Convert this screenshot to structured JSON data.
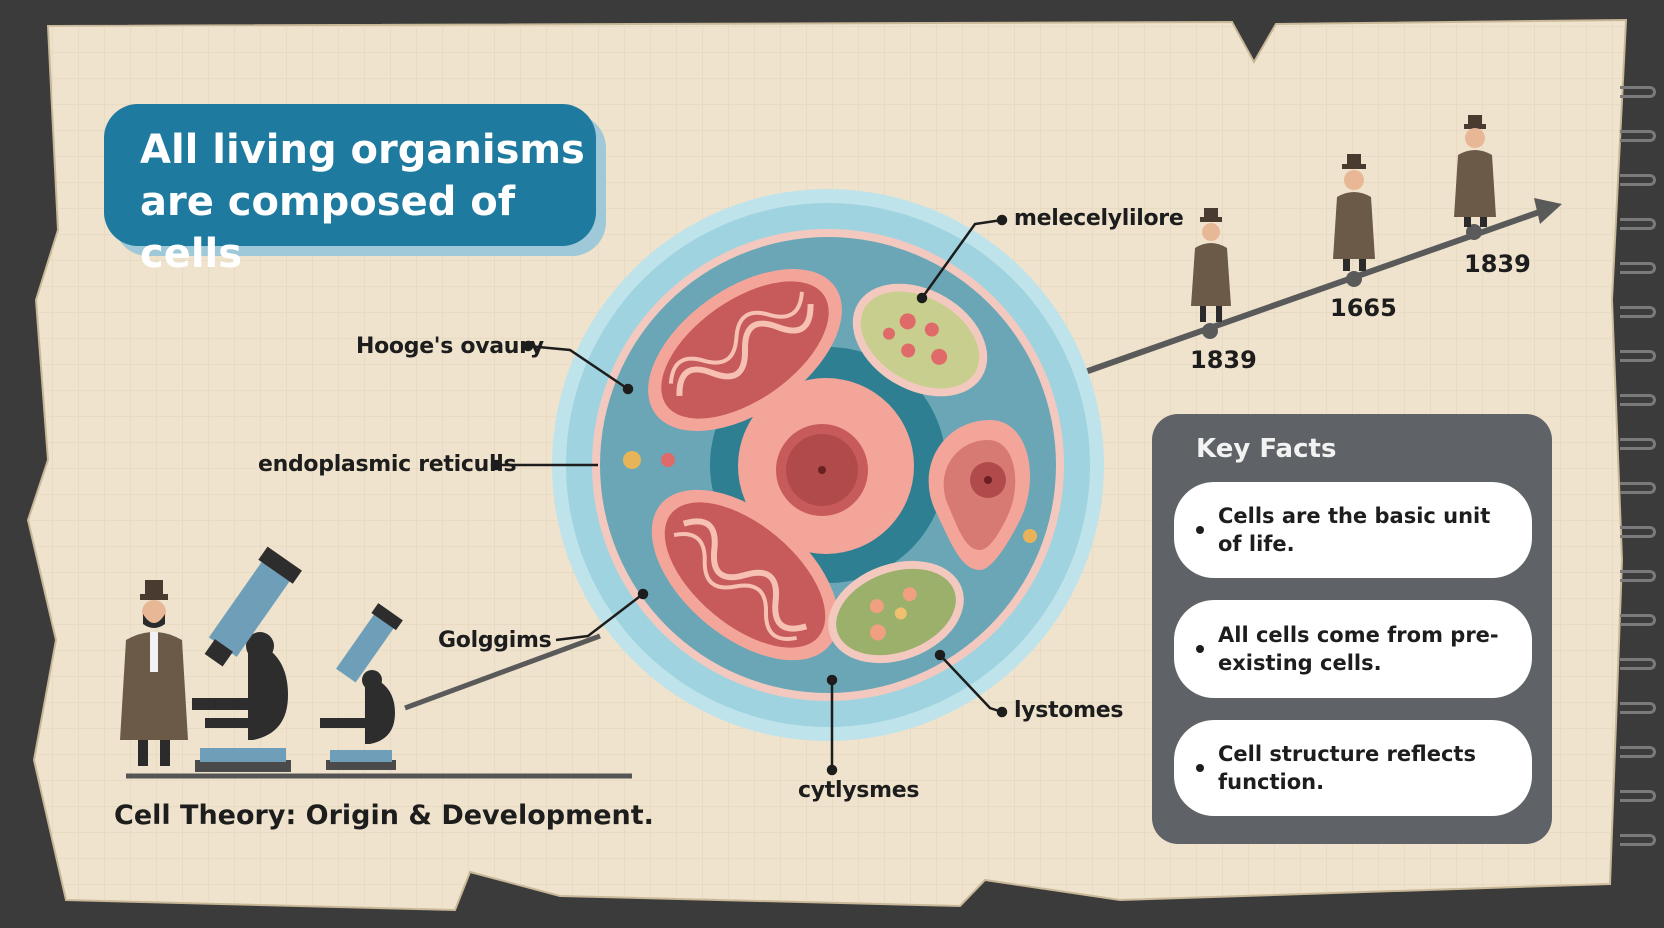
{
  "headline": {
    "line1": "All living organisms",
    "line2": "are composed of cells"
  },
  "footer_title": "Cell Theory: Origin & Development.",
  "cell_labels": {
    "top_right": "melecelylilore",
    "upper_left": "Hooge's ovaury",
    "middle_left": "endoplasmic reticulls",
    "lower_left": "Golggims",
    "lower_right": "lystomes",
    "bottom": "cytlysmes"
  },
  "timeline": {
    "years": [
      "1839",
      "1665",
      "1839"
    ]
  },
  "key_facts": {
    "title": "Key Facts",
    "items": [
      "Cells are the basic unit of life.",
      "All cells come from pre-existing cells.",
      "Cell structure reflects function."
    ]
  },
  "colors": {
    "headline_bg": "#1f7aa0",
    "paper": "#efe3cd",
    "panel": "#5f6367",
    "membrane": "#9fd3df",
    "nucleus": "#f4a59a"
  },
  "icons": [
    "microscope-icon",
    "scientist-figure-icon",
    "timeline-arrow-icon",
    "spiral-binding-icon"
  ]
}
